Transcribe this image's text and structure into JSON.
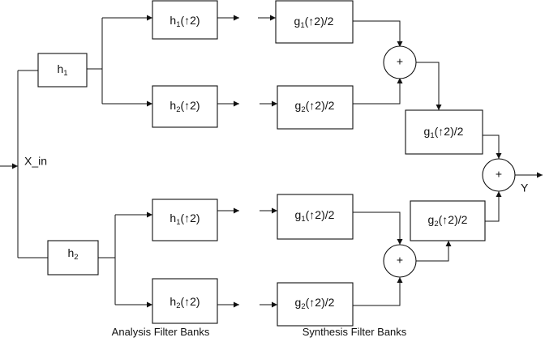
{
  "diagram": {
    "input_label": "X_in",
    "output_label": "Y",
    "sum_symbol": "+",
    "analysis_first": [
      {
        "base": "h",
        "sub": "1",
        "tail": ""
      },
      {
        "base": "h",
        "sub": "2",
        "tail": ""
      }
    ],
    "analysis_second": [
      {
        "base": "h",
        "sub": "1",
        "tail": "(↑2)"
      },
      {
        "base": "h",
        "sub": "2",
        "tail": "(↑2)"
      },
      {
        "base": "h",
        "sub": "1",
        "tail": "(↑2)"
      },
      {
        "base": "h",
        "sub": "2",
        "tail": "(↑2)"
      }
    ],
    "synthesis_first": [
      {
        "base": "g",
        "sub": "1",
        "tail": "(↑2)/2"
      },
      {
        "base": "g",
        "sub": "2",
        "tail": "(↑2)/2"
      },
      {
        "base": "g",
        "sub": "1",
        "tail": "(↑2)/2"
      },
      {
        "base": "g",
        "sub": "2",
        "tail": "(↑2)/2"
      }
    ],
    "synthesis_second": [
      {
        "base": "g",
        "sub": "1",
        "tail": "(↑2)/2"
      },
      {
        "base": "g",
        "sub": "2",
        "tail": "(↑2)/2"
      }
    ],
    "captions": {
      "analysis": "Analysis Filter Banks",
      "synthesis": "Synthesis Filter Banks"
    }
  }
}
